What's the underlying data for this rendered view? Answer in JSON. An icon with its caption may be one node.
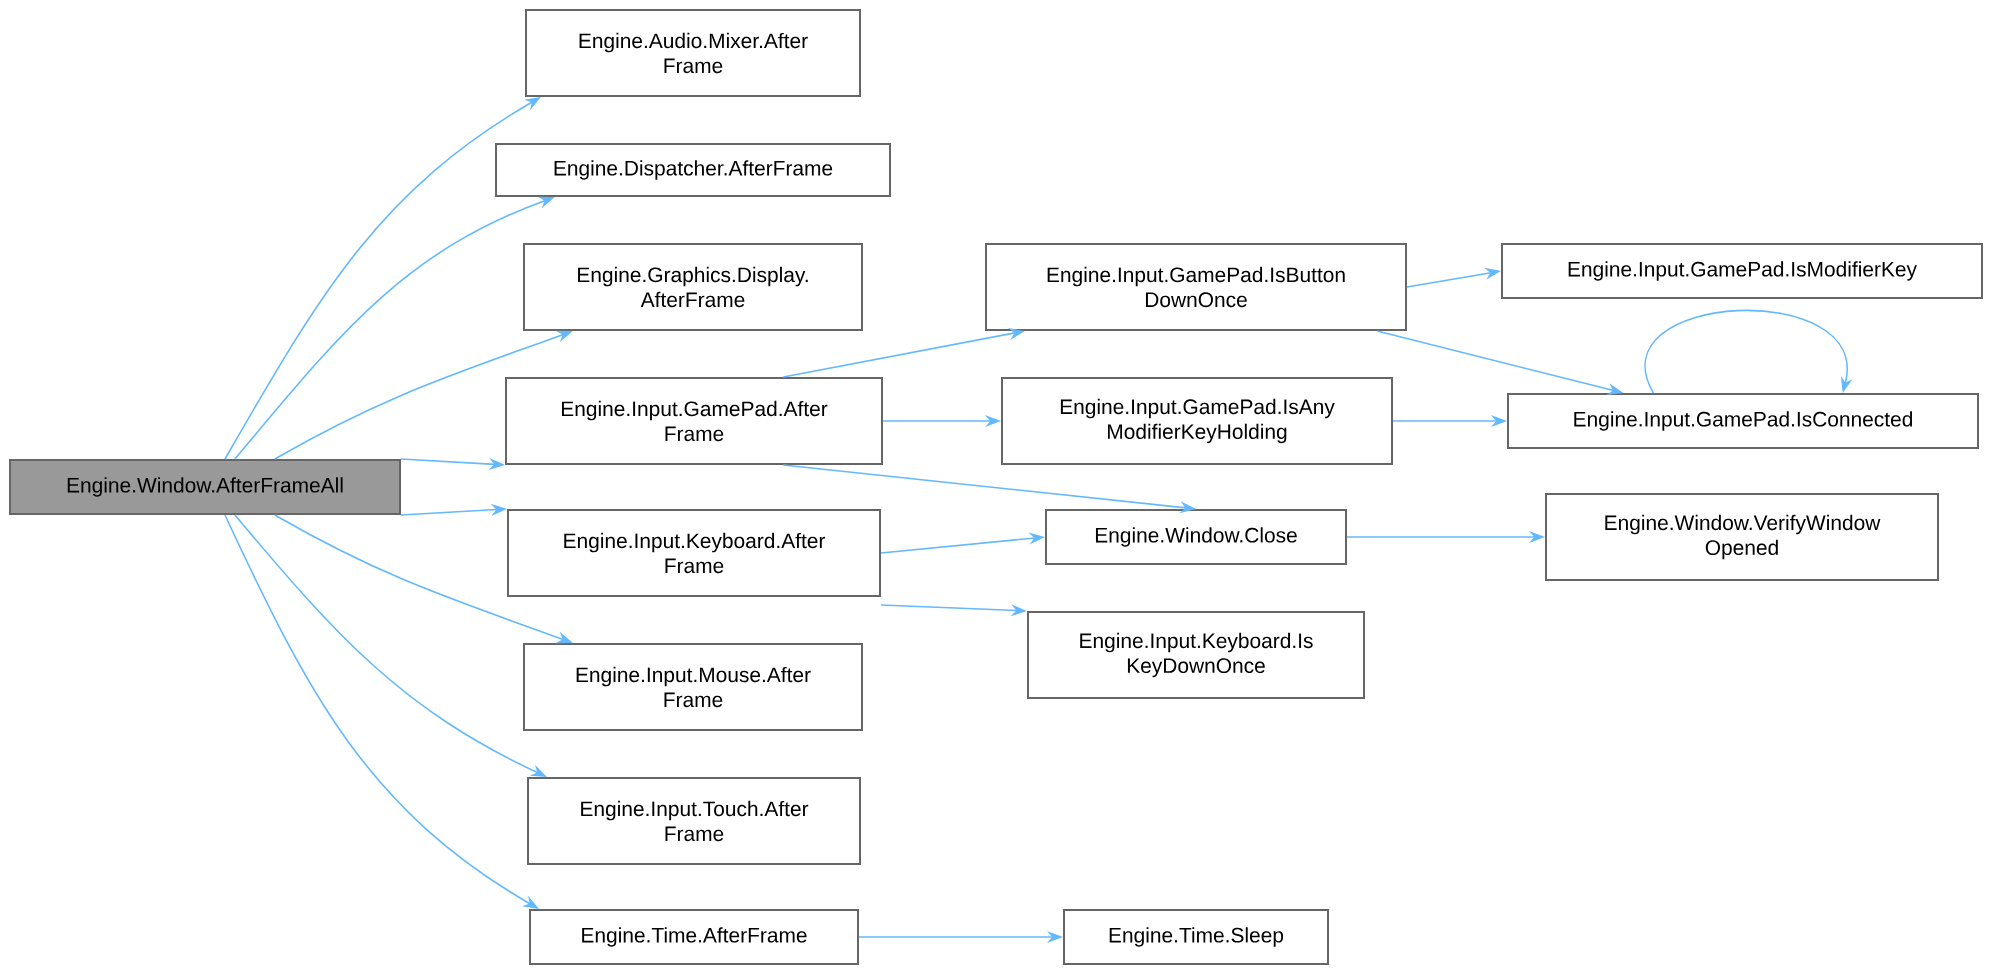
{
  "diagram": {
    "nodes": [
      {
        "text": [
          "Engine.Window.AfterFrameAll"
        ]
      },
      {
        "text": [
          "Engine.Audio.Mixer.After Frame"
        ]
      },
      {
        "text": [
          "Engine.Dispatcher.AfterFrame"
        ]
      },
      {
        "text": [
          "Engine.Graphics.Display. AfterFrame"
        ]
      },
      {
        "text": [
          "Engine.Input.GamePad.After Frame"
        ]
      },
      {
        "text": [
          "Engine.Input.Keyboard.After Frame"
        ]
      },
      {
        "text": [
          "Engine.Input.Mouse.After Frame"
        ]
      },
      {
        "text": [
          "Engine.Input.Touch.After Frame"
        ]
      },
      {
        "text": [
          "Engine.Time.AfterFrame"
        ]
      },
      {
        "text": [
          "Engine.Input.GamePad.IsButton DownOnce"
        ]
      },
      {
        "text": [
          "Engine.Input.GamePad.IsModifierKey"
        ]
      },
      {
        "text": [
          "Engine.Input.GamePad.IsAny ModifierKeyHolding"
        ]
      },
      {
        "text": [
          "Engine.Input.GamePad.IsConnected"
        ]
      },
      {
        "text": [
          "Engine.Window.Close"
        ]
      },
      {
        "text": [
          "Engine.Window.VerifyWindow Opened"
        ]
      },
      {
        "text": [
          "Engine.Input.Keyboard.Is KeyDownOnce"
        ]
      },
      {
        "text": [
          "Engine.Time.Sleep"
        ]
      }
    ],
    "edges": [
      {
        "from": 0,
        "to": 1,
        "arrow": "to"
      },
      {
        "from": 0,
        "to": 2,
        "arrow": "to"
      },
      {
        "from": 0,
        "to": 3,
        "arrow": "to"
      },
      {
        "from": 0,
        "to": 4,
        "arrow": "to"
      },
      {
        "from": 0,
        "to": 5,
        "arrow": "to"
      },
      {
        "from": 0,
        "to": 6,
        "arrow": "to"
      },
      {
        "from": 0,
        "to": 7,
        "arrow": "to"
      },
      {
        "from": 0,
        "to": 8,
        "arrow": "to"
      },
      {
        "from": 4,
        "to": 9,
        "arrow": "to"
      },
      {
        "from": 4,
        "to": 11,
        "arrow": "to"
      },
      {
        "from": 4,
        "to": 13,
        "arrow": "to"
      },
      {
        "from": 5,
        "to": 13,
        "arrow": "to"
      },
      {
        "from": 5,
        "to": 15,
        "arrow": "to"
      },
      {
        "from": 9,
        "to": 10,
        "arrow": "to"
      },
      {
        "from": 9,
        "to": 12,
        "arrow": "to"
      },
      {
        "from": 11,
        "to": 12,
        "arrow": "to"
      },
      {
        "from": 12,
        "to": 12,
        "arrow": "to"
      },
      {
        "from": 13,
        "to": 14,
        "arrow": "to"
      },
      {
        "from": 8,
        "to": 16,
        "arrow": "to"
      }
    ]
  }
}
